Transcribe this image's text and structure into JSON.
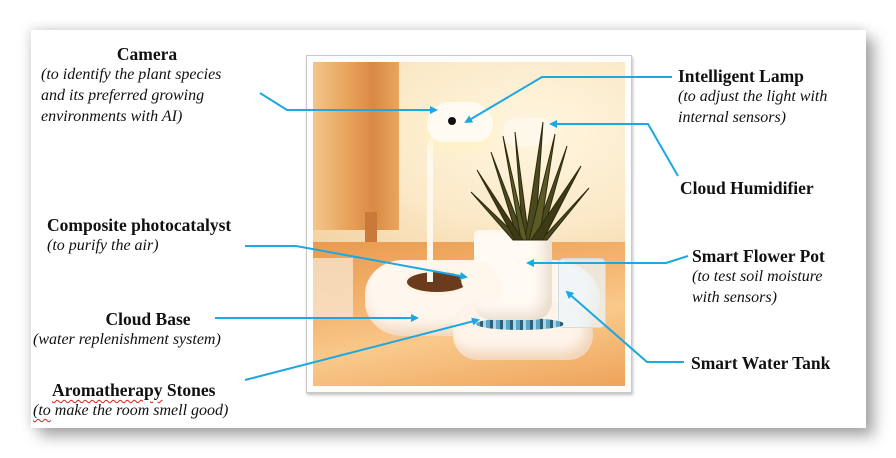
{
  "colors": {
    "connector": "#1ca8e2",
    "text": "#111111",
    "card": "#ffffff"
  },
  "labels": {
    "camera": {
      "title": "Camera",
      "desc": [
        "(to identify the plant species",
        "and its preferred growing",
        "environments with AI)"
      ]
    },
    "intelligent_lamp": {
      "title": "Intelligent Lamp",
      "desc": [
        "(to adjust the light with",
        "internal sensors)"
      ]
    },
    "cloud_humidifier": {
      "title": "Cloud Humidifier"
    },
    "composite_photocatalyst": {
      "title": "Composite photocatalyst",
      "desc": [
        "(to purify the air)"
      ]
    },
    "smart_flower_pot": {
      "title": "Smart Flower Pot",
      "desc": [
        "(to test soil moisture",
        "with sensors)"
      ]
    },
    "cloud_base": {
      "title": "Cloud Base",
      "desc": [
        "(water replenishment system)"
      ]
    },
    "smart_water_tank": {
      "title": "Smart Water Tank"
    },
    "aromatherapy_stones": {
      "title_word1": "Aromatherapy",
      "title_word2": " Stones",
      "desc_word1": "(to",
      "desc_rest": " make the room smell good)"
    }
  },
  "photo": {
    "subject": "smart planter with cloud-shaped base, lamp, snake plant, humidifier and water tank"
  }
}
